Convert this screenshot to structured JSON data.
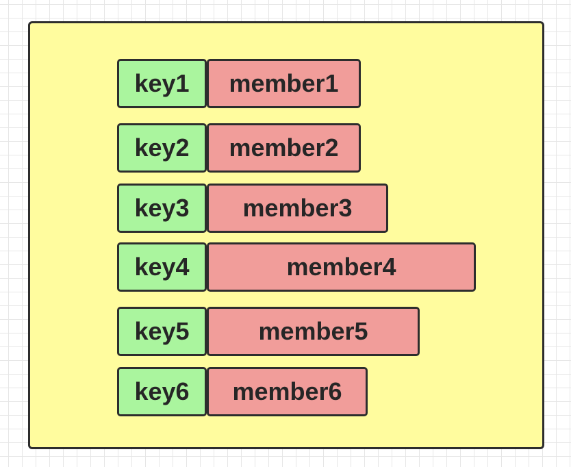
{
  "entries": [
    {
      "key": "key1",
      "member": "member1"
    },
    {
      "key": "key2",
      "member": "member2"
    },
    {
      "key": "key3",
      "member": "member3"
    },
    {
      "key": "key4",
      "member": "member4"
    },
    {
      "key": "key5",
      "member": "member5"
    },
    {
      "key": "key6",
      "member": "member6"
    }
  ],
  "colors": {
    "panel_background": "#fffc9e",
    "key_background": "#aaf59e",
    "member_background": "#f19d9a",
    "border": "#2d2d2d"
  }
}
